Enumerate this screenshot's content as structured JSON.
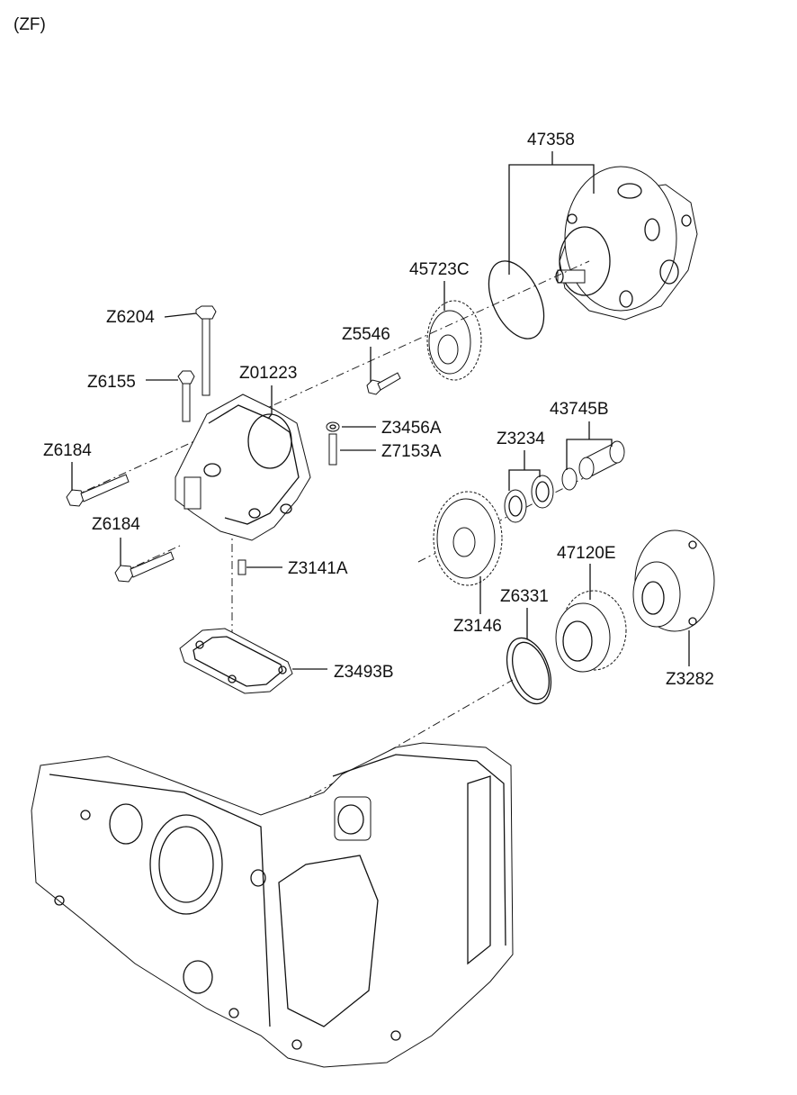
{
  "header": {
    "variant": "(ZF)"
  },
  "parts": {
    "p47358": "47358",
    "p45723C": "45723C",
    "p43745B": "43745B",
    "pZ6204": "Z6204",
    "pZ5546": "Z5546",
    "pZ6155": "Z6155",
    "pZ01223": "Z01223",
    "pZ3456A": "Z3456A",
    "pZ7153A": "Z7153A",
    "pZ3234": "Z3234",
    "pZ6184a": "Z6184",
    "pZ6184b": "Z6184",
    "pZ3141A": "Z3141A",
    "p47120E": "47120E",
    "pZ6331": "Z6331",
    "pZ3146": "Z3146",
    "pZ3493B": "Z3493B",
    "pZ3282": "Z3282"
  }
}
